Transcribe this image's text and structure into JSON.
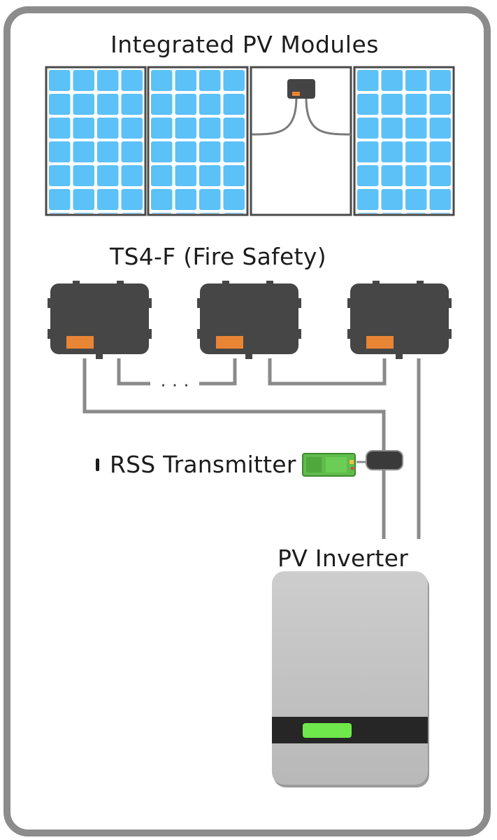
{
  "labels": {
    "modules": "Integrated PV Modules",
    "optimizers": "TS4-F (Fire Safety)",
    "transmitter": "RSS Transmitter",
    "inverter": "PV Inverter"
  },
  "ellipsis": ". . .",
  "colors": {
    "frame": "#8c8c8c",
    "cell": "#5bc1f7",
    "panel_border": "#4a4a4a",
    "unit_body": "#464646",
    "unit_tab": "#e88534",
    "wire": "#8a8a8a",
    "transmitter_green": "#5fbc4a",
    "inverter_body": "#c4c4c4",
    "inverter_band": "#262626",
    "inverter_led": "#6ee84a"
  },
  "icons": [
    "solar-panel-icon",
    "junction-box-icon",
    "optimizer-unit-icon",
    "transmitter-icon",
    "current-clamp-icon",
    "inverter-icon"
  ]
}
